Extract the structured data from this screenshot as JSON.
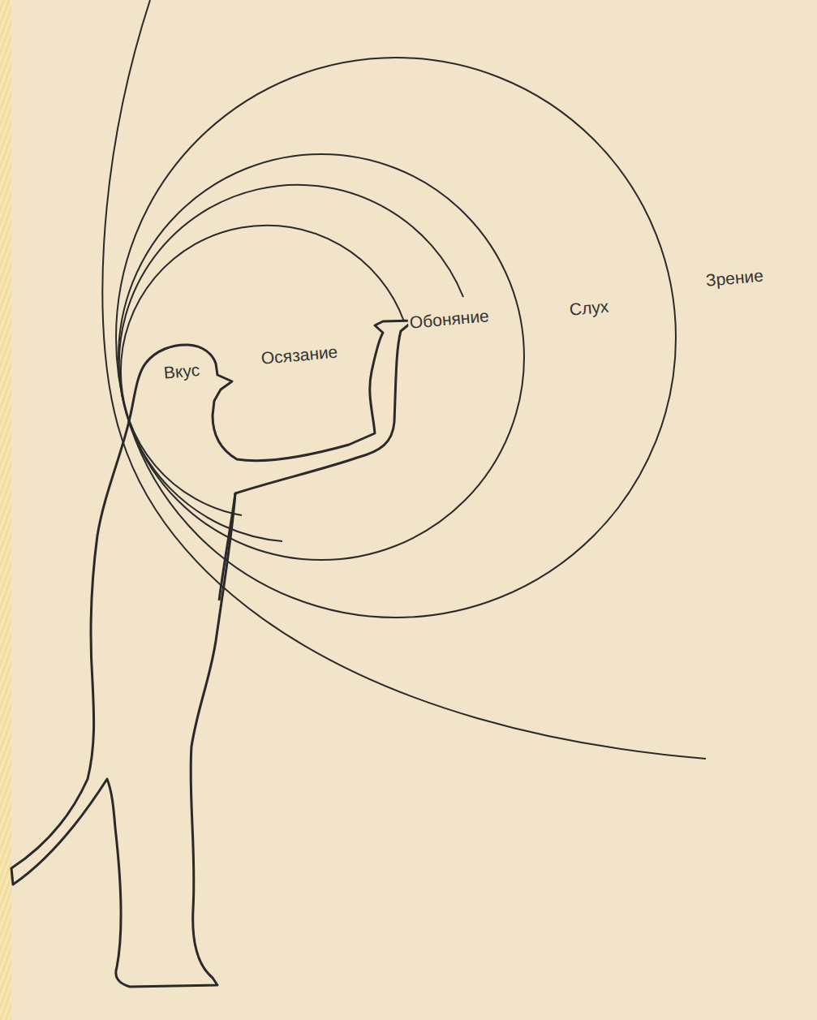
{
  "diagram": {
    "labels": [
      "Вкус",
      "Осязание",
      "Обоняние",
      "Слух",
      "Зрение"
    ]
  }
}
